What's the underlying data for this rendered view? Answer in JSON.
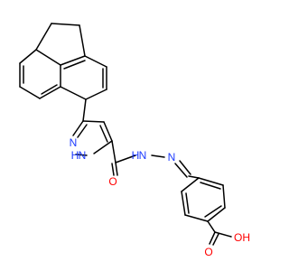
{
  "molecule": {
    "atoms": {
      "pyrazole_nh": "N",
      "pyrazole_nh_h": "H",
      "pyrazole_n": "N",
      "carbonyl_o": "O",
      "hydrazide_nh": "N",
      "hydrazide_nh_h": "H",
      "imine_n": "N",
      "acid_o_double": "O",
      "acid_oh": "OH"
    },
    "colors": {
      "nitrogen": "#1E3CFF",
      "oxygen": "#FF0000",
      "bond": "#000000"
    }
  }
}
